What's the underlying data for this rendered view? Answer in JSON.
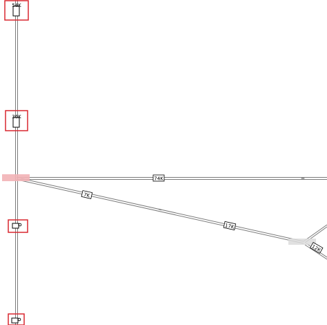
{
  "components": {
    "upper_top": {
      "label": "54K",
      "icon": "rectangle-element-icon",
      "selected": true
    },
    "upper_mid": {
      "label": "36K",
      "icon": "rectangle-element-icon",
      "selected": true
    },
    "lower_mid": {
      "icon": "box-with-ring-icon",
      "selected": true
    },
    "lower_bottom": {
      "icon": "box-with-ring-icon",
      "selected": true
    },
    "junction": {
      "icon": "junction-node-icon",
      "highlighted": true
    }
  },
  "lines": {
    "horizontal": {
      "label": "74K"
    },
    "diagonal_left": {
      "label": "7K"
    },
    "diagonal_right": {
      "label": "17K"
    },
    "branch_right": {
      "label": "12K"
    }
  },
  "colors": {
    "selection": "#d9262f",
    "junction_highlight": "#f2b3b6",
    "line": "#7a7a7a",
    "end_highlight": "#dcdcdc"
  }
}
